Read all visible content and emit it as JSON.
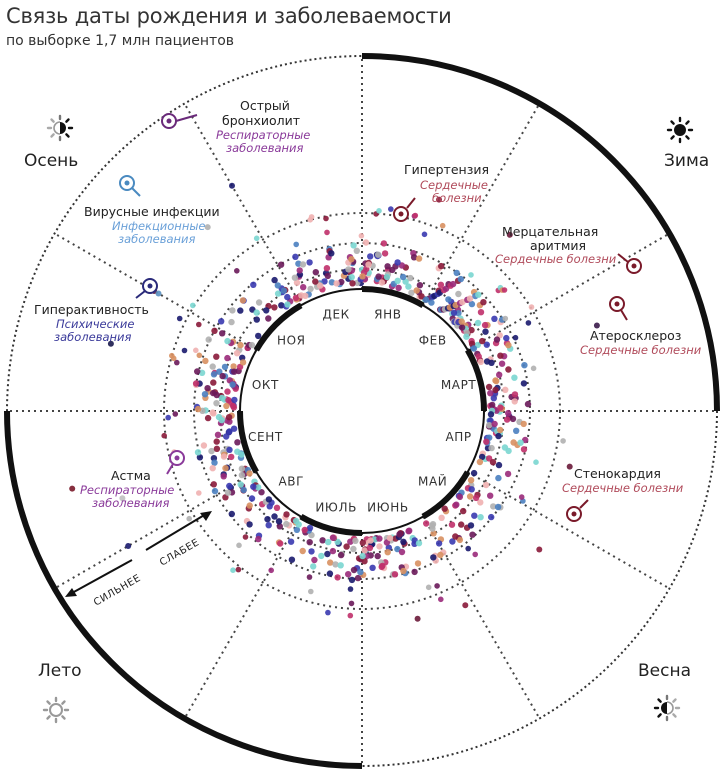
{
  "header": {
    "title": "Связь даты рождения и заболеваемости",
    "subtitle": "по выборке 1,7 млн пациентов"
  },
  "months": [
    "ЯНВ",
    "ФЕВ",
    "МАРТ",
    "АПР",
    "МАЙ",
    "ИЮНЬ",
    "ИЮЛЬ",
    "АВГ",
    "СЕНТ",
    "ОКТ",
    "НОЯ",
    "ДЕК"
  ],
  "seasons": [
    {
      "label": "Зима",
      "icon": "sun-full-icon"
    },
    {
      "label": "Весна",
      "icon": "sun-half-icon"
    },
    {
      "label": "Лето",
      "icon": "sun-outline-icon"
    },
    {
      "label": "Осень",
      "icon": "sun-half-icon"
    }
  ],
  "scale": {
    "weaker": "СЛАБЕЕ",
    "stronger": "СИЛЬНЕЕ"
  },
  "categories": {
    "heart": {
      "label": "Сердечные болезни",
      "label_split": [
        "Сердечные",
        "болезни"
      ],
      "color": "#b04a5a"
    },
    "respiratory": {
      "label": "Респираторные заболевания",
      "label_split": [
        "Респираторные",
        "заболевания"
      ],
      "color": "#8a3a9a"
    },
    "infectious": {
      "label": "Инфекционные заболевания",
      "label_split": [
        "Инфекционные",
        "заболевания"
      ],
      "color": "#5a9ad0"
    },
    "mental": {
      "label": "Психические заболевания",
      "label_split": [
        "Психические",
        "заболевания"
      ],
      "color": "#3a3a9a"
    }
  },
  "diseases": [
    {
      "name": "Гипертензия",
      "category": "heart"
    },
    {
      "name": "Мерцательная аритмия",
      "category": "heart"
    },
    {
      "name": "Атеросклероз",
      "category": "heart"
    },
    {
      "name": "Стенокардия",
      "category": "heart"
    },
    {
      "name": "Астма",
      "category": "respiratory"
    },
    {
      "name": "Гиперактивность",
      "category": "mental"
    },
    {
      "name": "Вирусные инфекции",
      "category": "infectious"
    },
    {
      "name": "Острый бронхиолит",
      "category": "respiratory"
    }
  ],
  "dot_colors": [
    "#1a1a6e",
    "#6a1a5a",
    "#8a1a3a",
    "#c0306a",
    "#3a3ab0",
    "#7ad6d0",
    "#f0b0b0",
    "#d89060",
    "#b0b0b0",
    "#4a80c0",
    "#9a2a7a"
  ]
}
